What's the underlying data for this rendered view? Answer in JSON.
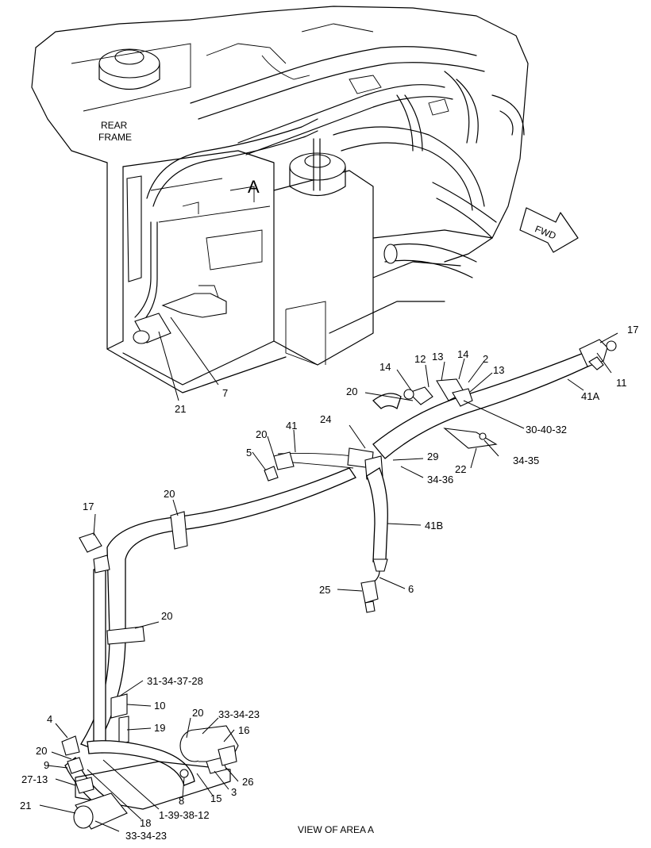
{
  "labels": {
    "rear_frame_1": "REAR",
    "rear_frame_2": "FRAME",
    "area": "A",
    "fwd": "FWD",
    "caption": "VIEW OF AREA A"
  },
  "callouts": {
    "c17_top": "17",
    "c11": "11",
    "c41A": "41A",
    "c14_a": "14",
    "c12": "12",
    "c13_a": "13",
    "c14_b": "14",
    "c2": "2",
    "c13_b": "13",
    "c20_a": "20",
    "c30_40_32": "30-40-32",
    "c24": "24",
    "c20_b": "20",
    "c41": "41",
    "c5": "5",
    "c29": "29",
    "c34_35": "34-35",
    "c22": "22",
    "c34_36": "34-36",
    "c20_c": "20",
    "c17_mid": "17",
    "c41B": "41B",
    "c25": "25",
    "c6": "6",
    "c20_d": "20",
    "c31_34_37_28": "31-34-37-28",
    "c10": "10",
    "c4": "4",
    "c19": "19",
    "c20_e": "20",
    "c33_34_23_a": "33-34-23",
    "c16": "16",
    "c20_f": "20",
    "c9": "9",
    "c27_13": "27-13",
    "c26": "26",
    "c3": "3",
    "c8": "8",
    "c15": "15",
    "c21_bottom": "21",
    "c18": "18",
    "c1_39_38_12": "1-39-38-12",
    "c33_34_23_b": "33-34-23",
    "c21_top": "21",
    "c7": "7"
  }
}
